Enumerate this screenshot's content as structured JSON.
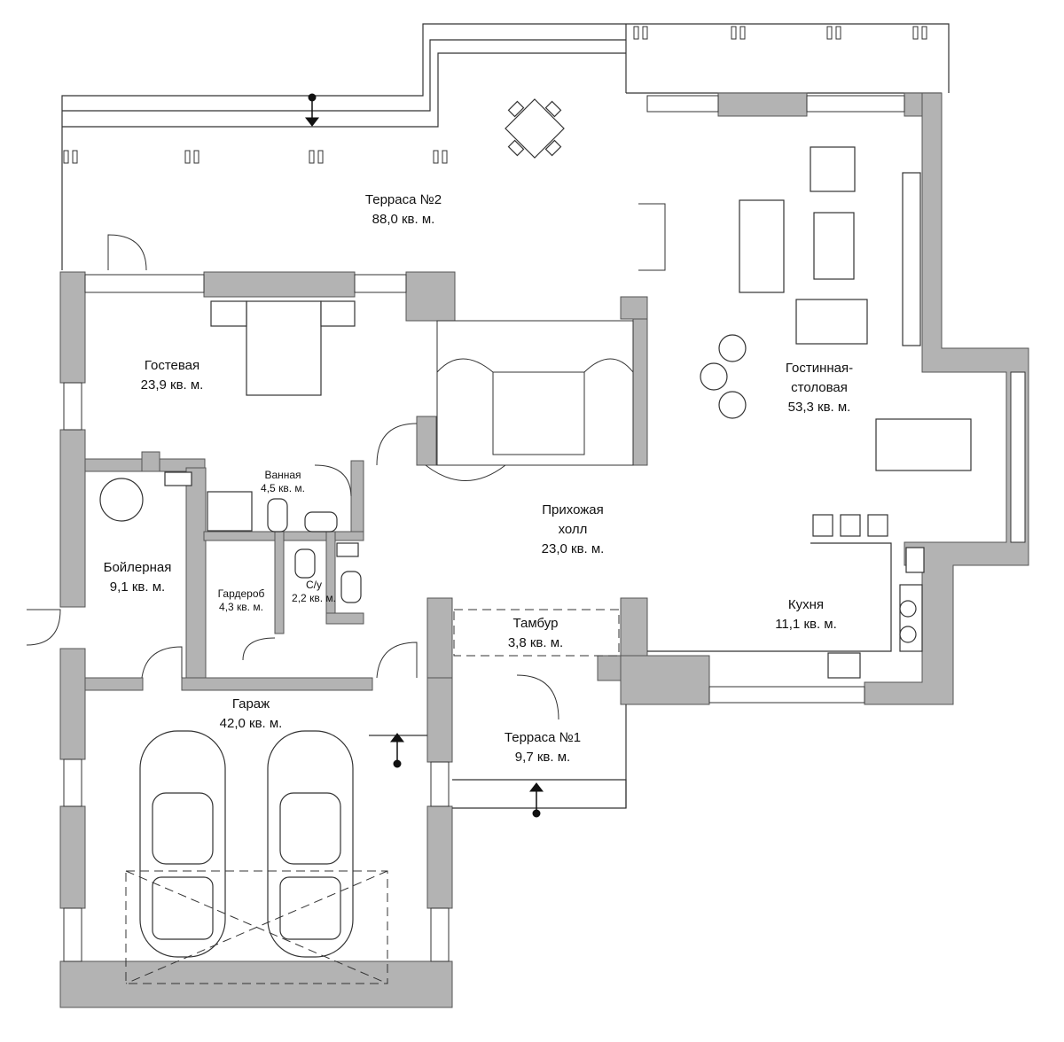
{
  "colors": {
    "wall": "#b3b3b3",
    "wall_outline": "#555555",
    "line": "#333333",
    "background": "#ffffff"
  },
  "rooms": [
    {
      "id": "terrace2",
      "name": "Терраса №2",
      "area": "88,0 кв. м."
    },
    {
      "id": "living",
      "name": "Гостинная-",
      "name2": "столовая",
      "area": "53,3 кв. м."
    },
    {
      "id": "guest",
      "name": "Гостевая",
      "area": "23,9 кв. м."
    },
    {
      "id": "bath",
      "name": "Ванная",
      "area": "4,5 кв. м."
    },
    {
      "id": "hall",
      "name": "Прихожая",
      "name2": "холл",
      "area": "23,0 кв. м."
    },
    {
      "id": "boiler",
      "name": "Бойлерная",
      "area": "9,1 кв. м."
    },
    {
      "id": "wardrobe",
      "name": "Гардероб",
      "area": "4,3 кв. м."
    },
    {
      "id": "wc",
      "name": "С/у",
      "area": "2,2 кв. м."
    },
    {
      "id": "vestibule",
      "name": "Тамбур",
      "area": "3,8 кв. м."
    },
    {
      "id": "kitchen",
      "name": "Кухня",
      "area": "11,1 кв. м."
    },
    {
      "id": "garage",
      "name": "Гараж",
      "area": "42,0 кв. м."
    },
    {
      "id": "terrace1",
      "name": "Терраса №1",
      "area": "9,7 кв. м."
    }
  ],
  "icons": [
    "entrance-arrow-icon",
    "car-icon",
    "bed-icon",
    "sofa-icon",
    "armchair-icon",
    "dining-table-icon",
    "stove-icon",
    "sink-icon",
    "toilet-icon",
    "shower-icon",
    "boiler-icon",
    "staircase-icon",
    "door-swing-icon"
  ]
}
